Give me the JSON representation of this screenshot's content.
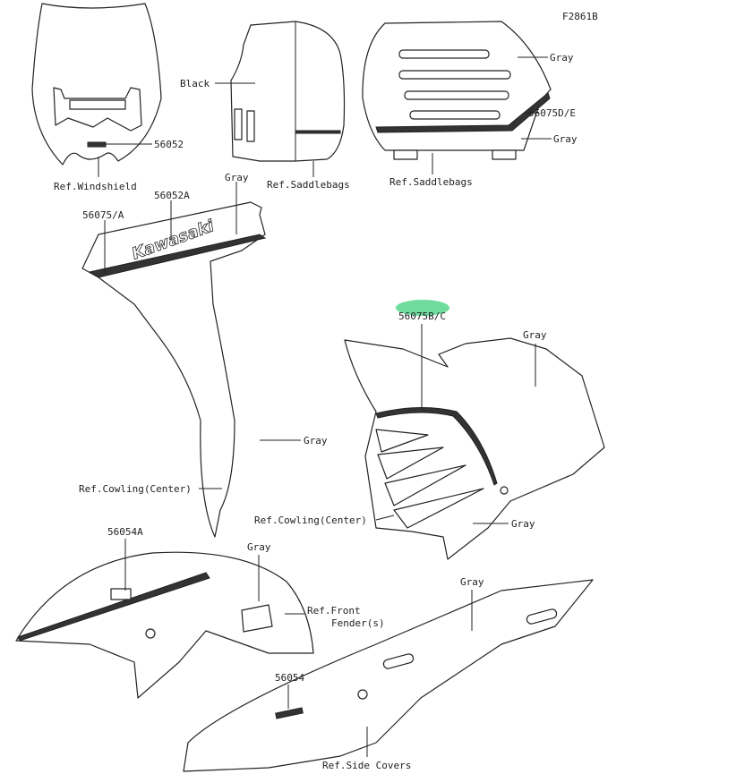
{
  "diagram_id": "F2861B",
  "highlight_color": "#6fdc9e",
  "labels": {
    "windshield_decal": "56052",
    "ref_windshield": "Ref.Windshield",
    "black": "Black",
    "ref_saddlebags_side": "Ref.Saddlebags",
    "ref_saddlebags_rear": "Ref.Saddlebags",
    "saddlebag_gray_top": "Gray",
    "saddlebag_stripe": "56075D/E",
    "saddlebag_gray_bottom": "Gray",
    "cowling_gray_top": "Gray",
    "cowling_kawasaki": "56052A",
    "cowling_stripe": "56075/A",
    "cowling_gray_mid": "Gray",
    "ref_cowling_left": "Ref.Cowling(Center)",
    "cowling_right_stripe": "56075B/C",
    "cowling_right_gray_top": "Gray",
    "ref_cowling_right": "Ref.Cowling(Center)",
    "cowling_right_gray_bottom": "Gray",
    "fender_decal": "56054A",
    "fender_gray": "Gray",
    "ref_front": "Ref.Front",
    "fender_s": "Fender(s)",
    "side_cover_gray": "Gray",
    "side_cover_decal": "56054",
    "ref_side_covers": "Ref.Side Covers",
    "logo_text": "Kawasaki"
  }
}
